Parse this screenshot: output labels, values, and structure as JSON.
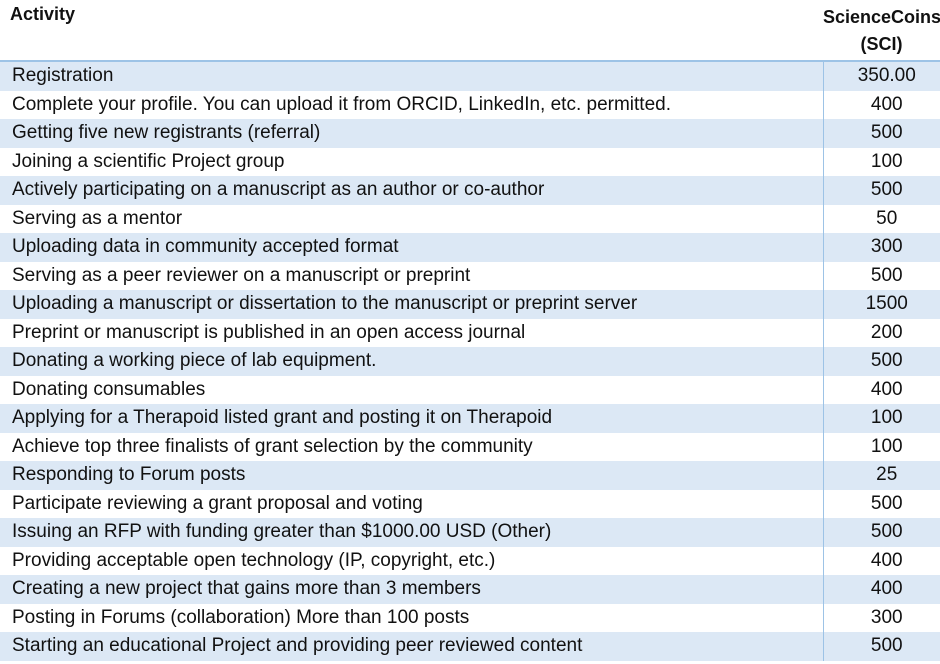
{
  "table": {
    "headers": {
      "activity": "Activity",
      "coins_line1": "ScienceCoins",
      "coins_line2": "(SCI)"
    },
    "rows": [
      {
        "activity": "Registration",
        "coins": "350.00"
      },
      {
        "activity": "Complete your profile. You can upload it from ORCID, LinkedIn, etc. permitted.",
        "coins": "400"
      },
      {
        "activity": "Getting five new registrants (referral)",
        "coins": "500"
      },
      {
        "activity": "Joining a scientific Project group",
        "coins": "100"
      },
      {
        "activity": "Actively participating on a manuscript as an author or co-author",
        "coins": "500"
      },
      {
        "activity": "Serving as a mentor",
        "coins": "50"
      },
      {
        "activity": "Uploading data in community accepted format",
        "coins": "300"
      },
      {
        "activity": "Serving as a peer reviewer on a manuscript or preprint",
        "coins": "500"
      },
      {
        "activity": "Uploading a manuscript or dissertation to the manuscript or preprint server",
        "coins": "1500"
      },
      {
        "activity": "Preprint or manuscript is published in an open access journal",
        "coins": "200"
      },
      {
        "activity": "Donating a working piece of lab equipment.",
        "coins": "500"
      },
      {
        "activity": "Donating consumables",
        "coins": "400"
      },
      {
        "activity": "Applying for a Therapoid listed grant and posting it on Therapoid",
        "coins": "100"
      },
      {
        "activity": "Achieve top three finalists of grant selection by the community",
        "coins": "100"
      },
      {
        "activity": "Responding to Forum posts",
        "coins": "25"
      },
      {
        "activity": "Participate reviewing a grant proposal and voting",
        "coins": "500"
      },
      {
        "activity": "Issuing an RFP with funding greater than $1000.00 USD (Other)",
        "coins": "500"
      },
      {
        "activity": "Providing acceptable open technology (IP, copyright, etc.)",
        "coins": "400"
      },
      {
        "activity": "Creating a new project that gains more than 3 members",
        "coins": "400"
      },
      {
        "activity": "Posting in Forums (collaboration) More than 100 posts",
        "coins": "300"
      },
      {
        "activity": "Starting an educational Project and providing peer reviewed content",
        "coins": "500"
      }
    ]
  },
  "colors": {
    "band": "#dce8f5",
    "rule": "#9dc3e6"
  }
}
